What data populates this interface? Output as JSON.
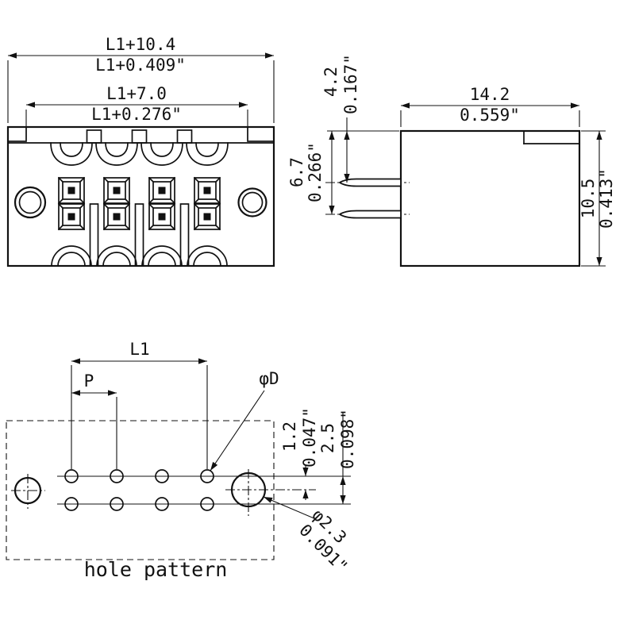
{
  "front": {
    "outer_mm": "L1+10.4",
    "outer_in": "L1+0.409\"",
    "inner_mm": "L1+7.0",
    "inner_in": "L1+0.276\""
  },
  "side": {
    "width_mm": "14.2",
    "width_in": "0.559\"",
    "pin1_mm": "4.2",
    "pin1_in": "0.167\"",
    "pin2_mm": "6.7",
    "pin2_in": "0.266\"",
    "height_mm": "10.5",
    "height_in": "0.413\""
  },
  "holes": {
    "l1": "L1",
    "p": "P",
    "d": "φD",
    "offset_mm": "1.2",
    "offset_in": "0.047\"",
    "spacing_mm": "2.5",
    "spacing_in": "0.098\"",
    "mount_mm": "φ2.3",
    "mount_in": "0.091\"",
    "caption": "hole pattern"
  }
}
